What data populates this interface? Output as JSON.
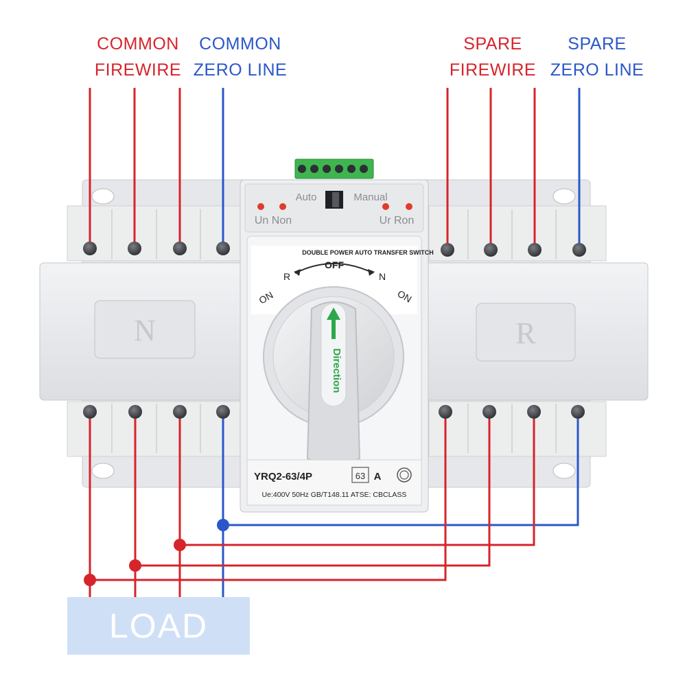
{
  "labels": {
    "common_firewire": [
      "COMMON",
      "FIREWIRE"
    ],
    "common_zero_line": [
      "COMMON",
      "ZERO LINE"
    ],
    "spare_firewire": [
      "SPARE",
      "FIREWIRE"
    ],
    "spare_zero_line": [
      "SPARE",
      "ZERO LINE"
    ],
    "load": "LOAD"
  },
  "device": {
    "terminal_text": [
      "Auto",
      "Manual"
    ],
    "indicators_left": "Un Non",
    "indicators_right": "Ur Ron",
    "panel_title": "DOUBLE POWER AUTO TRANSFER SWITCH",
    "dial_off": "OFF",
    "dial_r": "R",
    "dial_n": "N",
    "dial_on_left": "ON",
    "dial_on_right": "ON",
    "knob_text": "Direction",
    "side_left": "N",
    "side_right": "R",
    "model_prefix": "YRQ2-63/4P",
    "model_rating": "63",
    "model_suffix": "A",
    "spec_line": "Ue:400V  50Hz  GB/T148.11  ATSE: CBCLASS"
  },
  "colors": {
    "fire": "#d6242b",
    "zero": "#2a57c9",
    "body": "#e9eaec",
    "load_box": "#cfe0f6",
    "green": "#2ba84a"
  }
}
